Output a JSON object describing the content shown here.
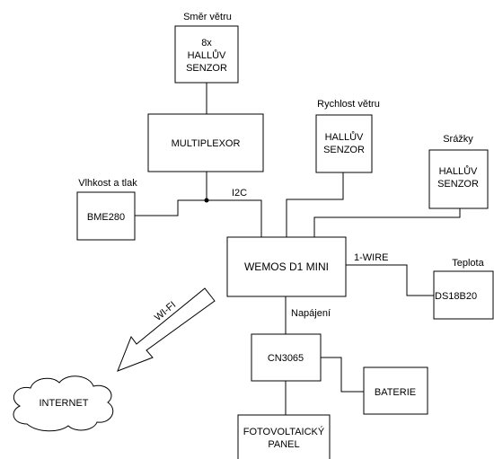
{
  "labels": {
    "wind_direction": "Směr větru",
    "wind_speed": "Rychlost větru",
    "precipitation": "Srážky",
    "humidity_pressure": "Vlhkost a tlak",
    "temperature": "Teplota",
    "i2c": "I2C",
    "one_wire": "1-WIRE",
    "power": "Napájení",
    "wifi": "WI-FI"
  },
  "blocks": {
    "hall_8x": [
      "8x",
      "HALLŮV",
      "SENZOR"
    ],
    "multiplexor": "MULTIPLEXOR",
    "hall_wind_speed": [
      "HALLŮV",
      "SENZOR"
    ],
    "hall_rain": [
      "HALLŮV",
      "SENZOR"
    ],
    "bme280": "BME280",
    "wemos": "WEMOS D1 MINI",
    "ds18b20": "DS18B20",
    "cn3065": "CN3065",
    "battery": "BATERIE",
    "pv_panel": [
      "FOTOVOLTAICKÝ",
      "PANEL"
    ],
    "internet": "INTERNET"
  },
  "colors": {
    "line": "#000000",
    "fill": "#ffffff"
  }
}
